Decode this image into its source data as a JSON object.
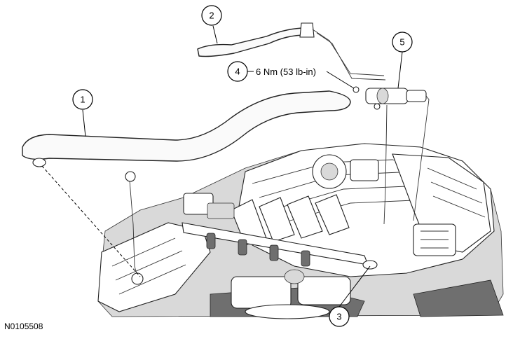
{
  "figure_id": "N0105508",
  "torque_spec": "6 Nm (53 lb-in)",
  "callouts": [
    "1",
    "2",
    "3",
    "4",
    "5"
  ]
}
